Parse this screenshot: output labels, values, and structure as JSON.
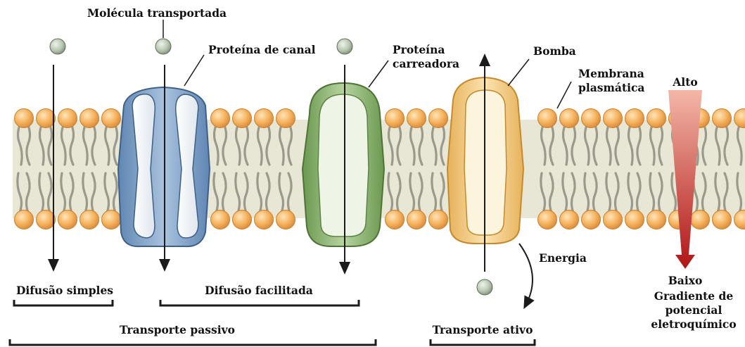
{
  "labels": {
    "molecule": "Molécula transportada",
    "channel_protein": "Proteína de canal",
    "carrier_protein_1": "Proteína",
    "carrier_protein_2": "carreadora",
    "pump": "Bomba",
    "membrane_1": "Membrana",
    "membrane_2": "plasmática",
    "high": "Alto",
    "low": "Baixo",
    "energy": "Energia",
    "gradient_1": "Gradiente de",
    "gradient_2": "potencial",
    "gradient_3": "eletroquímico",
    "simple_diffusion": "Difusão simples",
    "facilitated_diffusion": "Difusão facilitada",
    "passive_transport": "Transporte passivo",
    "active_transport": "Transporte ativo"
  },
  "colors": {
    "head_fill": "#f6b35e",
    "head_stroke": "#c97f2c",
    "tail": "#9a9a8c",
    "membrane_core": "#e6e4d2",
    "channel_protein": "#7d9fc6",
    "carrier_protein": "#8ab26b",
    "pump": "#f0c77a",
    "molecule": "#b9c6b2",
    "gradient_top": "#f3b7a8",
    "gradient_bottom": "#b01515"
  }
}
